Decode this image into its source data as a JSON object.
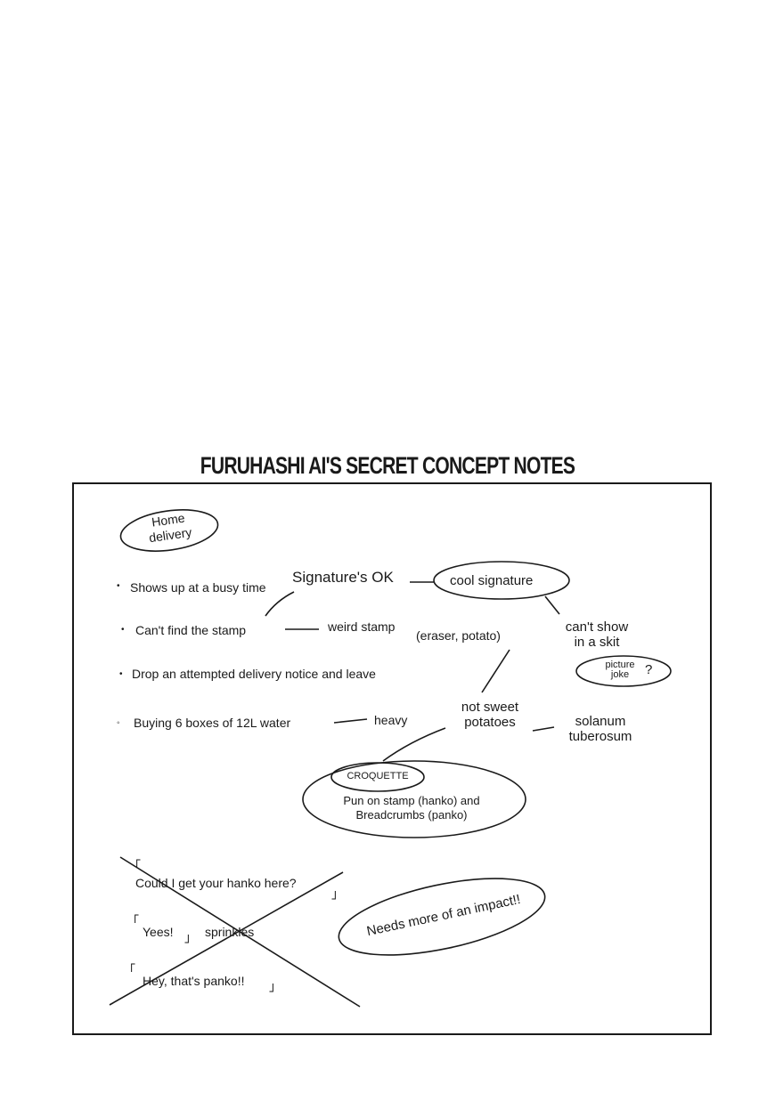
{
  "title": "FURUHASHI AI'S SECRET CONCEPT NOTES",
  "notes": {
    "home_delivery": [
      "Home",
      "delivery"
    ],
    "bullets": [
      "Shows up at a busy time",
      "Can't find the stamp",
      "Drop an attempted delivery notice and leave",
      "Buying 6 boxes of 12L water"
    ],
    "signatures_ok": "Signature's OK",
    "cool_signature": "cool signature",
    "cant_show": [
      "can't show",
      "in a skit"
    ],
    "picture_joke": [
      "picture",
      "joke",
      "?"
    ],
    "weird_stamp": "weird stamp",
    "eraser_potato": "(eraser, potato)",
    "heavy": "heavy",
    "not_sweet": [
      "not sweet",
      "potatoes"
    ],
    "solanum": [
      "solanum",
      "tuberosum"
    ],
    "croquette": "CROQUETTE",
    "pun": [
      "Pun on stamp (hanko) and",
      "Breadcrumbs (panko)"
    ],
    "skit_lines": [
      "Could I get your hanko here?",
      "Yees!",
      "sprinkles",
      "Hey, that's panko!!"
    ],
    "open_quote": "「",
    "close_quote": "」",
    "impact": "Needs more of an impact!!"
  }
}
